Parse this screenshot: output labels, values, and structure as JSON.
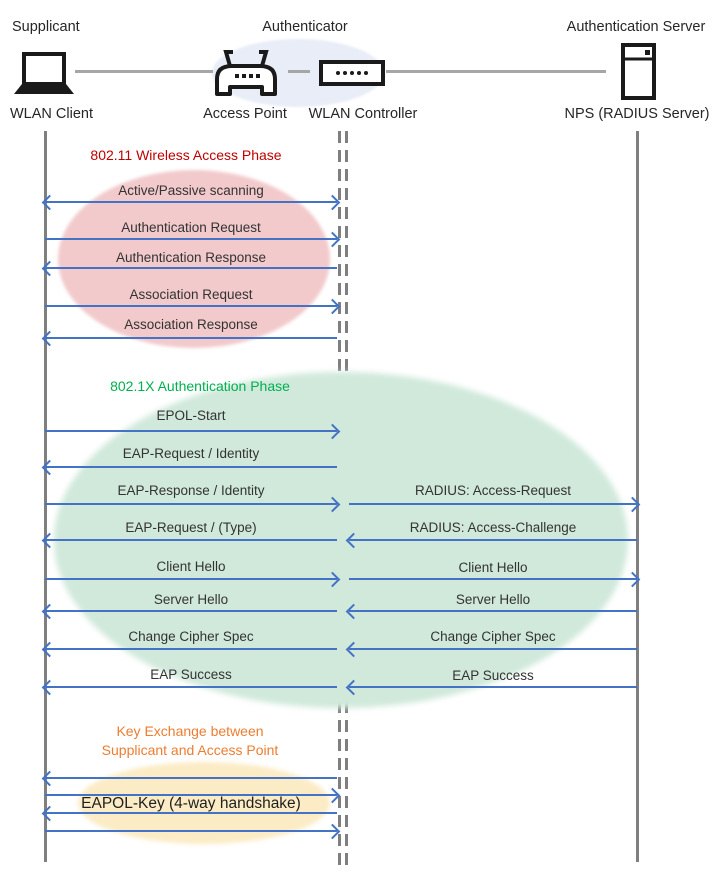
{
  "header": {
    "roles": [
      {
        "label": "Supplicant"
      },
      {
        "label": "Authenticator"
      },
      {
        "label": "Authentication Server"
      }
    ],
    "nodes": [
      {
        "label": "WLAN Client",
        "icon": "laptop-icon"
      },
      {
        "label": "Access Point",
        "icon": "wireless-router-icon"
      },
      {
        "label": "WLAN Controller",
        "icon": "controller-box-icon"
      },
      {
        "label": "NPS (RADIUS Server)",
        "icon": "server-tower-icon"
      }
    ]
  },
  "phase1": {
    "title": "802.11 Wireless Access Phase",
    "messages": [
      {
        "label": "Active/Passive scanning",
        "direction": "both"
      },
      {
        "label": "Authentication Request",
        "direction": "right"
      },
      {
        "label": "Authentication Response",
        "direction": "left"
      },
      {
        "label": "Association Request",
        "direction": "right"
      },
      {
        "label": "Association Response",
        "direction": "left"
      }
    ]
  },
  "phase2": {
    "title": "802.1X Authentication Phase",
    "left_messages": [
      {
        "label": "EPOL-Start",
        "direction": "right"
      },
      {
        "label": "EAP-Request / Identity",
        "direction": "left"
      },
      {
        "label": "EAP-Response / Identity",
        "direction": "right"
      },
      {
        "label": "EAP-Request / (Type)",
        "direction": "left"
      },
      {
        "label": "Client Hello",
        "direction": "right"
      },
      {
        "label": "Server Hello",
        "direction": "left"
      },
      {
        "label": "Change Cipher Spec",
        "direction": "left"
      },
      {
        "label": "EAP Success",
        "direction": "left"
      }
    ],
    "right_messages": [
      {
        "label": "RADIUS: Access-Request",
        "direction": "right"
      },
      {
        "label": "RADIUS: Access-Challenge",
        "direction": "left"
      },
      {
        "label": "Client Hello",
        "direction": "right"
      },
      {
        "label": "Server Hello",
        "direction": "left"
      },
      {
        "label": "Change Cipher Spec",
        "direction": "left"
      },
      {
        "label": "EAP Success",
        "direction": "left"
      }
    ]
  },
  "phase3": {
    "title_line1": "Key Exchange between",
    "title_line2": "Supplicant and Access Point",
    "message": {
      "label": "EAPOL-Key (4-way handshake)"
    },
    "arrow_directions": [
      "left",
      "right",
      "left",
      "right"
    ]
  },
  "colors": {
    "arrow": "#4472C4",
    "lifeline": "#7F7F7F",
    "connector": "#A6A6A6",
    "phase1_title": "#C00000",
    "phase1_fill": "#F2CACC",
    "phase2_title": "#00B050",
    "phase2_fill": "#D0E9DB",
    "phase3_title": "#ED7D31",
    "phase3_fill": "#FCECC6",
    "header_ellipse_fill": "#E9EDF7"
  }
}
